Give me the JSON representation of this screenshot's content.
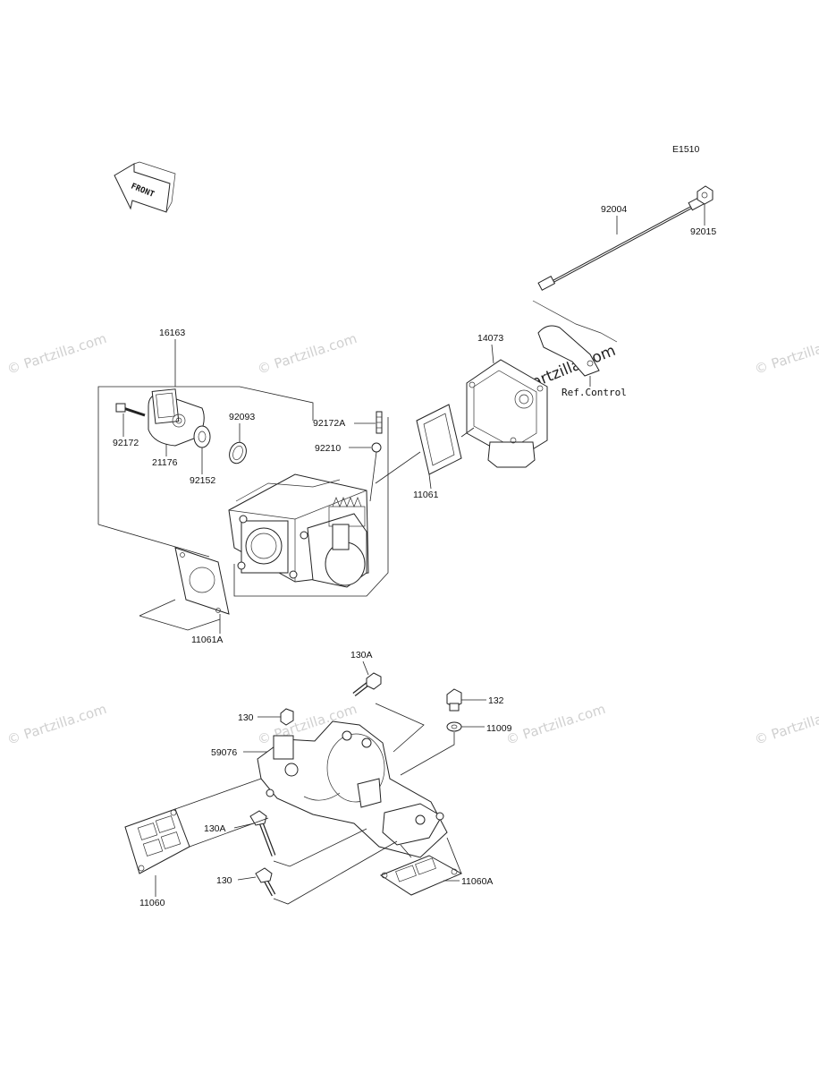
{
  "diagram_code": "E1510",
  "front_label": "FRONT",
  "ref_label": "Ref.Control",
  "watermark": "© Partzilla.com",
  "parts": {
    "p92004": "92004",
    "p92015": "92015",
    "p14073": "14073",
    "p16163": "16163",
    "p92172": "92172",
    "p21176": "21176",
    "p92152": "92152",
    "p92093": "92093",
    "p92172A": "92172A",
    "p92210": "92210",
    "p11061": "11061",
    "p11061A": "11061A",
    "p130A_top": "130A",
    "p130_top": "130",
    "p59076": "59076",
    "p132": "132",
    "p11009": "11009",
    "p130A_mid": "130A",
    "p130_bot": "130",
    "p11060": "11060",
    "p11060A": "11060A"
  }
}
